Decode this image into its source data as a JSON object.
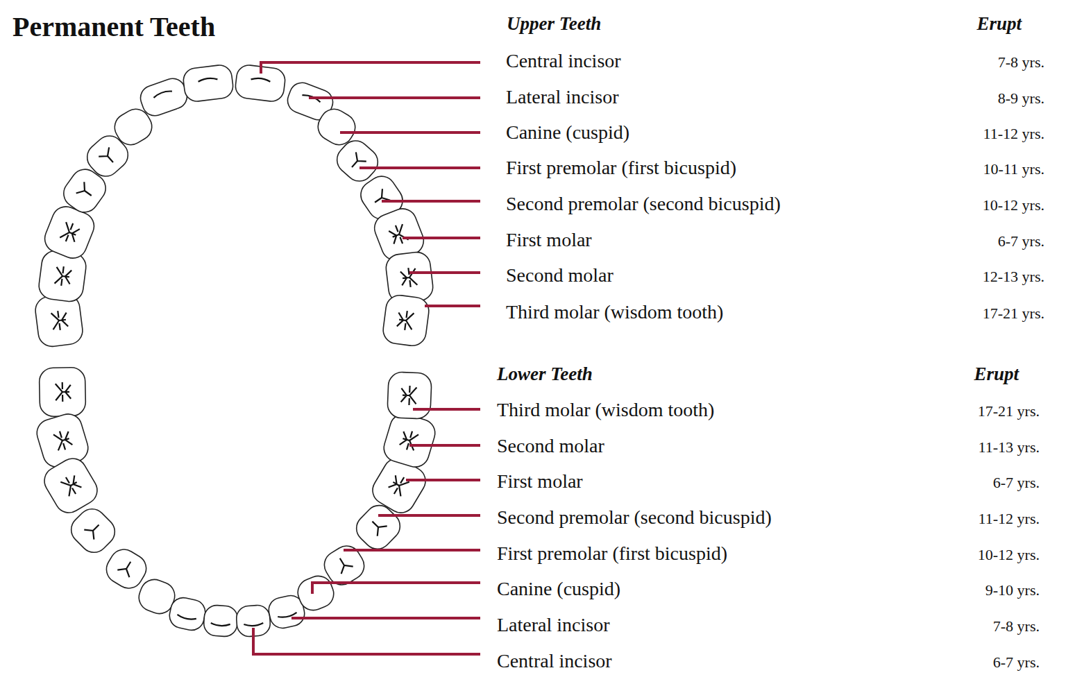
{
  "diagram": {
    "title": "Permanent Teeth",
    "labels": [
      "Upper Teeth",
      "Erupt",
      "Central incisor",
      "7-8 yrs.",
      "Lateral incisor",
      "8-9 yrs.",
      "Canine (cuspid)",
      "11-12 yrs.",
      "First premolar (first bicuspid)",
      "10-11 yrs.",
      "Second premolar (second bicuspid)",
      "10-12 yrs.",
      "First molar",
      "6-7 yrs.",
      "Second molar",
      "12-13 yrs.",
      "Third molar (wisdom tooth)",
      "17-21 yrs.",
      "Lower Teeth",
      "Erupt",
      "Third molar (wisdom tooth)",
      "17-21 yrs.",
      "Second molar",
      "11-13 yrs.",
      "First molar",
      "6-7 yrs.",
      "Second premolar (second bicuspid)",
      "11-12 yrs.",
      "First premolar (first bicuspid)",
      "10-12 yrs.",
      "Canine (cuspid)",
      "9-10 yrs.",
      "Lateral incisor",
      "7-8 yrs.",
      "Central incisor",
      "6-7 yrs."
    ]
  }
}
